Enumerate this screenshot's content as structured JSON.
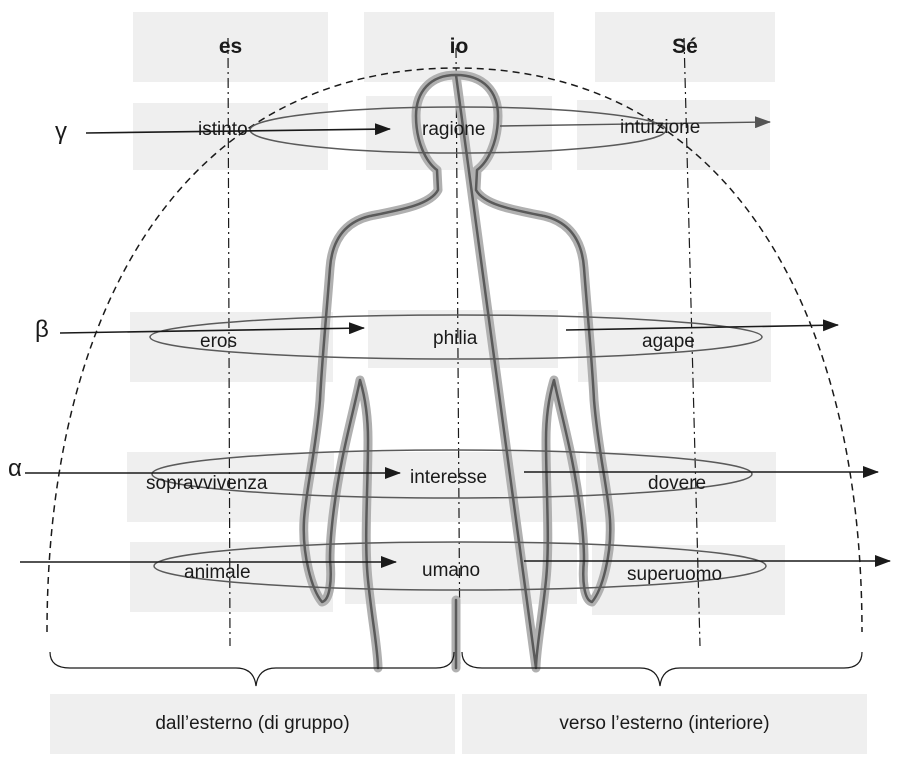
{
  "columns": {
    "es": "es",
    "io": "io",
    "se": "Sé"
  },
  "rows": {
    "gamma": {
      "marker": "γ",
      "left": "istinto",
      "center": "ragione",
      "right": "intuizione"
    },
    "beta": {
      "marker": "β",
      "left": "eros",
      "center": "philia",
      "right": "agape"
    },
    "alpha": {
      "marker": "α",
      "left": "sopravvivenza",
      "center": "interesse",
      "right": "dovere"
    },
    "base": {
      "left": "animale",
      "center": "umano",
      "right": "superuomo"
    }
  },
  "bottom": {
    "left": "dall’esterno (di gruppo)",
    "right": "verso l’esterno (interiore)"
  },
  "colors": {
    "box": "#efefef",
    "line": "#1a1a1a",
    "silhouette": "#8a8a8a"
  }
}
